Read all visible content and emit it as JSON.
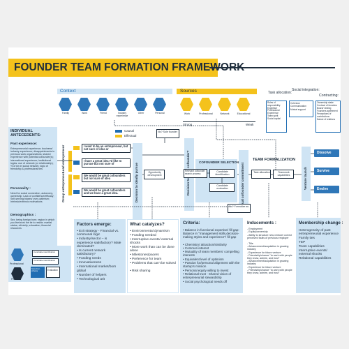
{
  "title": "FOUNDER TEAM FORMATION FRAMEWORK",
  "context": {
    "header": "Context",
    "items": [
      "Family",
      "Work",
      "Friend",
      "Industry experience",
      "Other",
      "Personal"
    ]
  },
  "sources": {
    "header": "Sources",
    "items": [
      "Work",
      "Professional",
      "Network",
      "Educational"
    ],
    "scale": {
      "left": "Strong",
      "right": "Weak"
    }
  },
  "task_allocation": {
    "header": "Task allocation:",
    "items": [
      "Roles of responsibility",
      "Expertise/ Professional Experience",
      "Team spirit",
      "Social capital"
    ]
  },
  "social_integration": {
    "header": "Social integration:",
    "items": [
      "Cohesion",
      "Communication",
      "Mutual support"
    ]
  },
  "contracting": {
    "header": "Contracting:",
    "items": [
      "Ownership stake",
      "Contract of founders",
      "Board/ vesting",
      "Founders agreement",
      "Perceptions of contributions",
      "Nature of relations"
    ]
  },
  "legend": {
    "causal": "Causal",
    "effectual": "Effectual"
  },
  "antecedents": {
    "title": "INDIVIDUAL ANTECEDENTS:",
    "past_header": "Past experience:",
    "past_text": "Entrepreneurial experience; business/ industry experience; disappointments in previous work organizations; shared experience with potential cofounder(s); international experience; institutional logics: use of network (or relationship); % of kin in social network; logic of friendship & professional ties",
    "personality_header": "Personality :",
    "personality_text": "Need for social connection, autonomy, ownership; Lack of confidence/efficacy; Self-serving biases/ over-optimism; Intrinsic/extrinsic motivations",
    "demographics_header": "Demographics :",
    "demographics_text": "Sex; being foreign born; region in which you live/work the tie to reside; marital status; ethnicity; education; financial resources"
  },
  "lead_entrepreneur": "Lead entrepreneur",
  "group_entrepreneur": "Group entrepreneur",
  "statements": [
    "I want to be an entrepreneur, but not sure of idea or",
    "I have a great idea I'd like to pursue but not sure of",
    "We would be great cofounders but not sure of idea",
    "We would be great cofounders and we have a great idea."
  ],
  "decision_pursue": "Decision to ideally pursue",
  "opportunity_dev": "Opportunity development",
  "no_sole_founder": "No? Sole founder",
  "decision_cofounder": "Decision to add a cofounder?",
  "cofounder_selection": "COFOUNDER SELECTION",
  "relevant_cofounder": "Relevant cofounder search process",
  "candidate_identification": "Candidate identification",
  "candidate_evaluation": "Candidate evaluation",
  "mutual_commitment": "Mutual cofounder commitment",
  "no_formalize": "No? Formalize as",
  "team_formalization": "TEAM FORMALIZATION",
  "task_alloc_box": "Task allocation",
  "teamwork_capabilities": "Teamwork capabilities",
  "venture_launch": "Venture launch",
  "outcomes": [
    "Dissolve",
    "Survive",
    "Evolve"
  ],
  "factors": {
    "title": "Factors emerge:",
    "items": [
      "Exit strategy - Financial vs. communal logic",
      "Industry/sector – is experience satisfactory? Male dominated?",
      "Is current network satisfactory?",
      "Funding needs",
      "Innovativeness",
      "International market/born global",
      "Number of helpers",
      "Technological arit"
    ]
  },
  "catalyzes": {
    "title": "What catalyzes?",
    "items": [
      "Environmental dynamism",
      "Funding needed",
      "Interruptive events/ external shocks",
      "More work than can be done alone",
      "Milestones/pacers",
      "Preference for team",
      "Problems that can't be solved",
      "Risk sharing"
    ]
  },
  "criteria": {
    "title": "Criteria:",
    "items": [
      "Balance in functional expertise/ fill gap: Balance in \"management skills,decision-making styles and experience\"/ fill gap",
      "Chemistry/ attraction/similarity",
      "Common interest",
      "Mutuality of team members' compelling interests",
      "Equivalent level of optimism",
      "Passion for/personal alignment with the startup's mission",
      "Personal equity willing to invest",
      "Relational trust - Shared vision of entrepreneurial stewardship",
      "Social psychological needs off"
    ]
  },
  "inducements": {
    "title": "Inducements :",
    "items": [
      "Employment",
      "Equity/ownership",
      "Ability to structure new venture/ correct perceived faults of previous employer",
      "Title",
      "Advancement/acquisition in growing industry",
      "Experience for future venture",
      "Friendship/chance \"to work with people they know, admire, and trust\"",
      "Advancement/acquisition in growing industry",
      "Experience for future venture",
      "Friendship/chance \"to work with people they know, admire, and trust\""
    ]
  },
  "membership": {
    "title": "Membership change :",
    "items": [
      "Heterogeneity of past entrepreneurial experience",
      "Family ties",
      "TEP",
      "Team capabilities",
      "Interruptive events/ external shocks",
      "Relational capabilities"
    ]
  },
  "mini_diagram": {
    "professional": "Professional",
    "personal": "Personal",
    "cand_ident": "Candidate identification",
    "cand_ident2": "Candidate identification",
    "selection": "Selection criteria",
    "evaluation": "Evaluation"
  },
  "colors": {
    "blue": "#1f6db3",
    "light_blue": "#cfe4f4",
    "yellow": "#f4c21c",
    "dark": "#1e2d3c"
  }
}
